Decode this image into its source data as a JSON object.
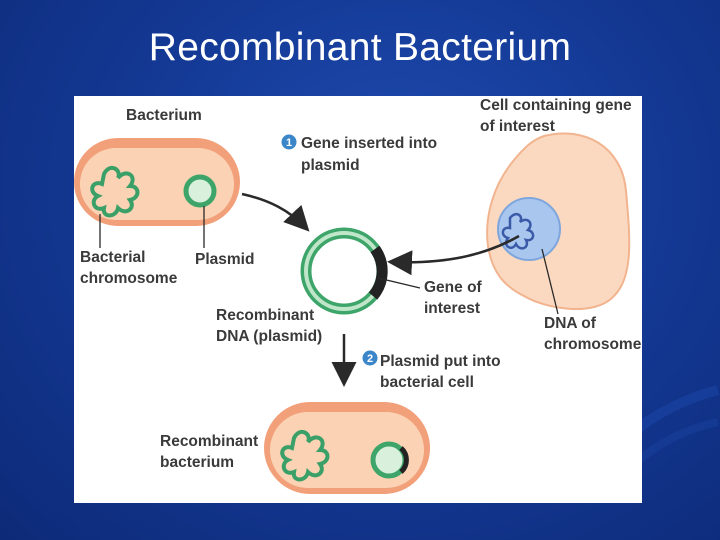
{
  "slide": {
    "title": "Recombinant Bacterium"
  },
  "diagram": {
    "labels": {
      "bacterium": "Bacterium",
      "bacterial_chromosome_line1": "Bacterial",
      "bacterial_chromosome_line2": "chromosome",
      "plasmid": "Plasmid",
      "cell_line1": "Cell containing gene",
      "cell_line2": "of interest",
      "step1_line1": "Gene inserted into",
      "step1_line2": "plasmid",
      "gene_line1": "Gene of",
      "gene_line2": "interest",
      "recombinant_dna_line1": "Recombinant",
      "recombinant_dna_line2": "DNA (plasmid)",
      "dna_chrom_line1": "DNA of",
      "dna_chrom_line2": "chromosome",
      "step2_line1": "Plasmid put into",
      "step2_line2": "bacterial cell",
      "recombinant_bacterium_line1": "Recombinant",
      "recombinant_bacterium_line2": "bacterium"
    },
    "step_numbers": [
      "1",
      "2"
    ],
    "colors": {
      "bacterium_outer": "#f2a07a",
      "bacterium_inner": "#fbd3b4",
      "plasmid_green": "#3ea56a",
      "plasmid_light": "#bfe6c8",
      "cell_fill": "#fbd9c0",
      "nucleus_fill": "#a9c6ee",
      "step_badge": "#3b86c9"
    }
  }
}
